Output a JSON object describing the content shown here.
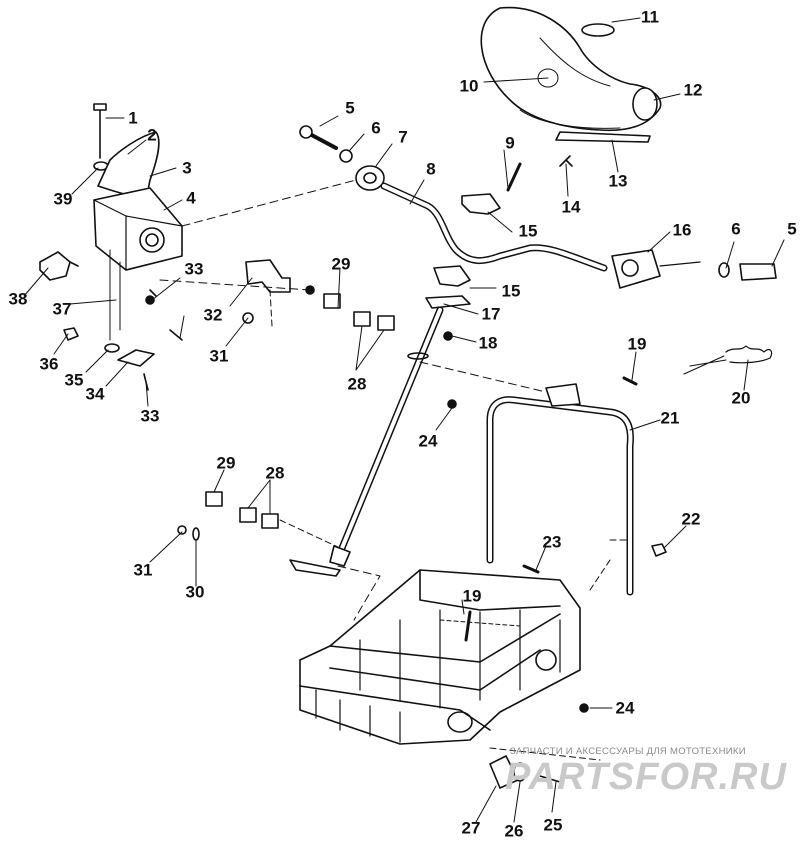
{
  "callouts": [
    "1",
    "2",
    "3",
    "4",
    "5",
    "6",
    "7",
    "8",
    "9",
    "10",
    "11",
    "12",
    "13",
    "14",
    "15",
    "16",
    "17",
    "18",
    "19",
    "20",
    "21",
    "22",
    "23",
    "24",
    "25",
    "26",
    "27",
    "28",
    "29",
    "30",
    "31",
    "32",
    "33",
    "34",
    "35",
    "36",
    "37",
    "38",
    "39"
  ],
  "watermark": {
    "caption": "ЗАПЧАСТИ И АКСЕССУАРЫ ДЛЯ МОТОТЕХНИКИ",
    "logo": "PARTSFOR.RU"
  },
  "colors": {
    "line": "#111111",
    "paper": "#ffffff",
    "watermark": "#c9c9c9"
  }
}
